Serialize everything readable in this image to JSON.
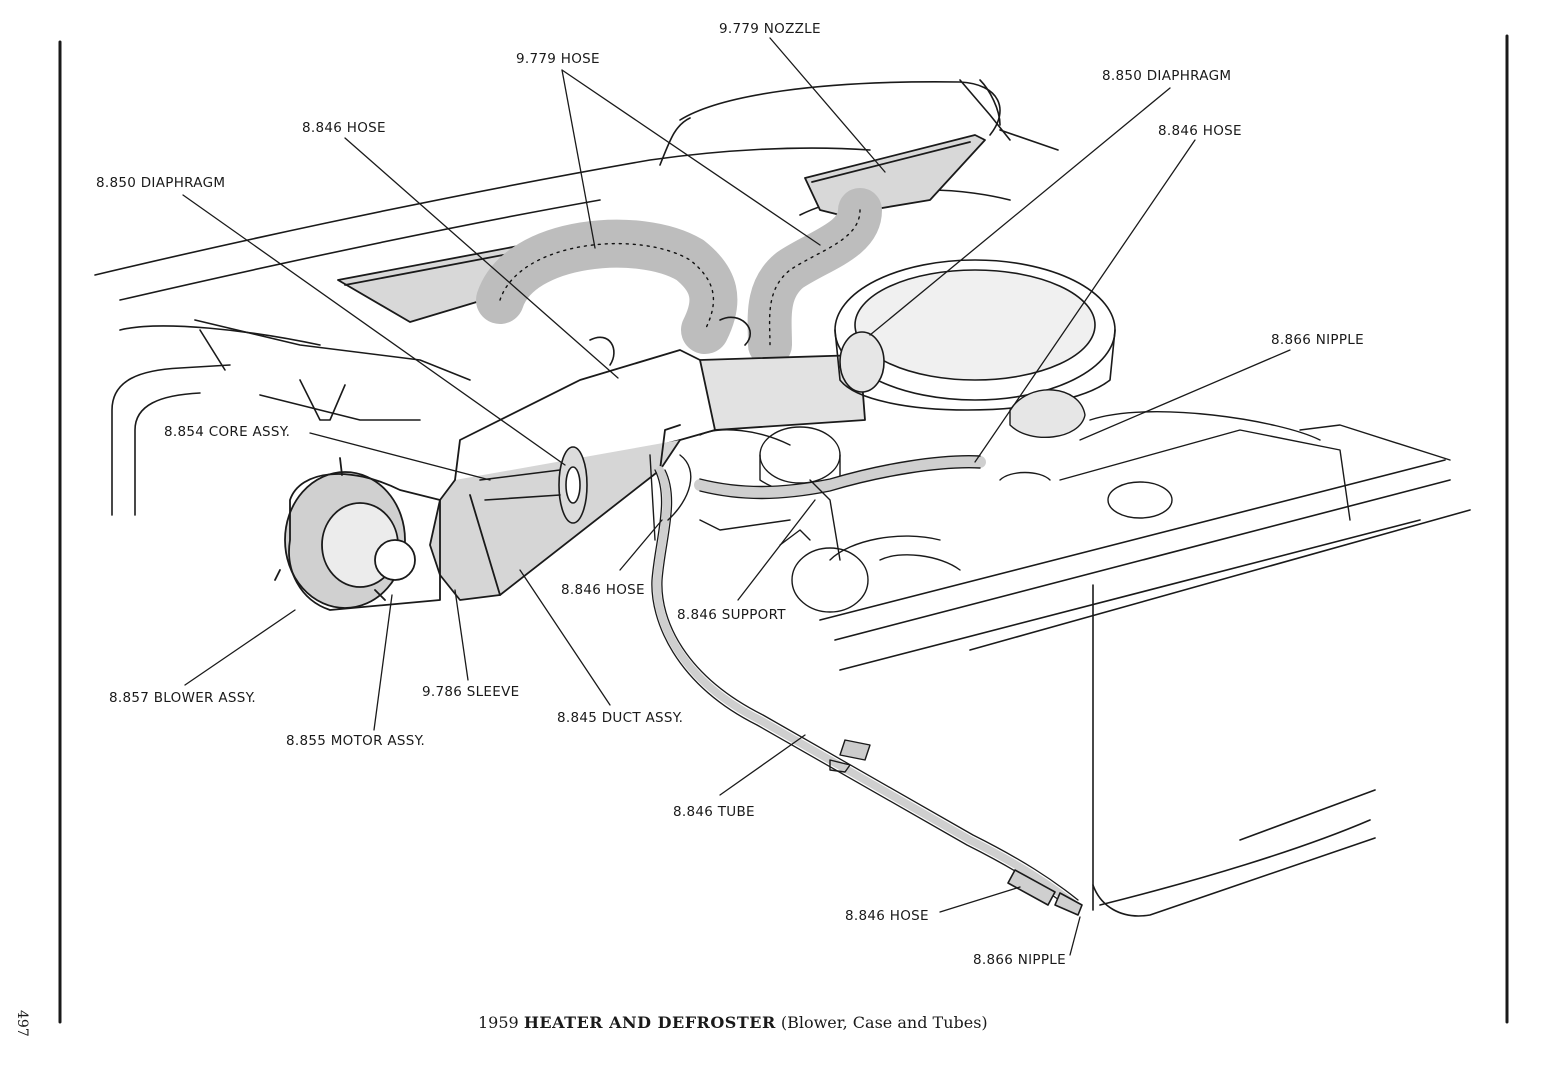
{
  "labels": {
    "nozzle_top": "9.779 NOZZLE",
    "hose_9779": "9.779 HOSE",
    "diaphragm_right": "8.850 DIAPHRAGM",
    "hose_8846_right": "8.846 HOSE",
    "hose_8846_left": "8.846 HOSE",
    "diaphragm_left": "8.850 DIAPHRAGM",
    "nipple_right": "8.866 NIPPLE",
    "core_assy": "8.854 CORE ASSY.",
    "hose_8846_mid": "8.846 HOSE",
    "support": "8.846 SUPPORT",
    "blower_assy": "8.857 BLOWER ASSY.",
    "sleeve": "9.786 SLEEVE",
    "duct_assy": "8.845 DUCT ASSY.",
    "motor_assy": "8.855 MOTOR ASSY.",
    "tube": "8.846 TUBE",
    "hose_8846_bottom": "8.846 HOSE",
    "nipple_bottom": "8.866 NIPPLE"
  },
  "caption": {
    "year": "1959",
    "title": "HEATER AND DEFROSTER",
    "subtitle": "(Blower, Case and Tubes)"
  },
  "page_number": "497"
}
